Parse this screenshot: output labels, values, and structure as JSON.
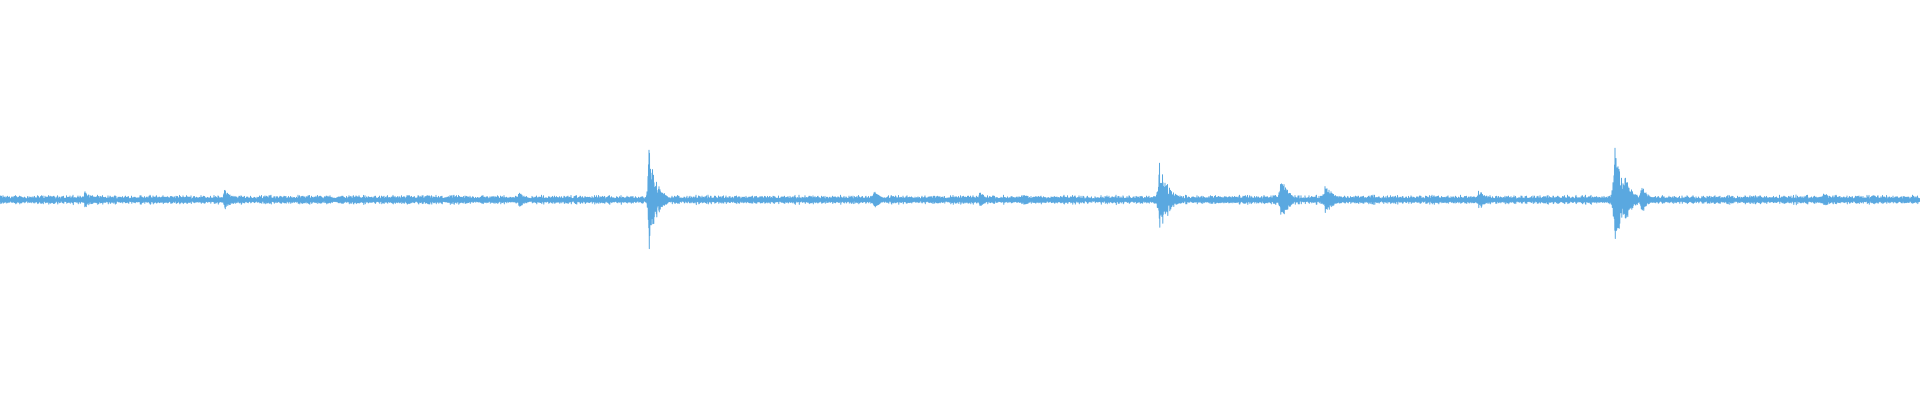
{
  "waveform": {
    "color": "#5aa8e0",
    "background": "#ffffff",
    "baseline_amplitude": 0.03,
    "peaks": [
      {
        "position": 0.044,
        "amplitude": 0.08
      },
      {
        "position": 0.117,
        "amplitude": 0.09
      },
      {
        "position": 0.27,
        "amplitude": 0.07
      },
      {
        "position": 0.338,
        "amplitude": 0.42
      },
      {
        "position": 0.343,
        "amplitude": 0.12
      },
      {
        "position": 0.455,
        "amplitude": 0.08
      },
      {
        "position": 0.51,
        "amplitude": 0.07
      },
      {
        "position": 0.604,
        "amplitude": 0.36
      },
      {
        "position": 0.608,
        "amplitude": 0.14
      },
      {
        "position": 0.667,
        "amplitude": 0.2
      },
      {
        "position": 0.69,
        "amplitude": 0.16
      },
      {
        "position": 0.77,
        "amplitude": 0.09
      },
      {
        "position": 0.841,
        "amplitude": 0.5
      },
      {
        "position": 0.846,
        "amplitude": 0.22
      },
      {
        "position": 0.855,
        "amplitude": 0.12
      },
      {
        "position": 0.95,
        "amplitude": 0.07
      }
    ]
  }
}
